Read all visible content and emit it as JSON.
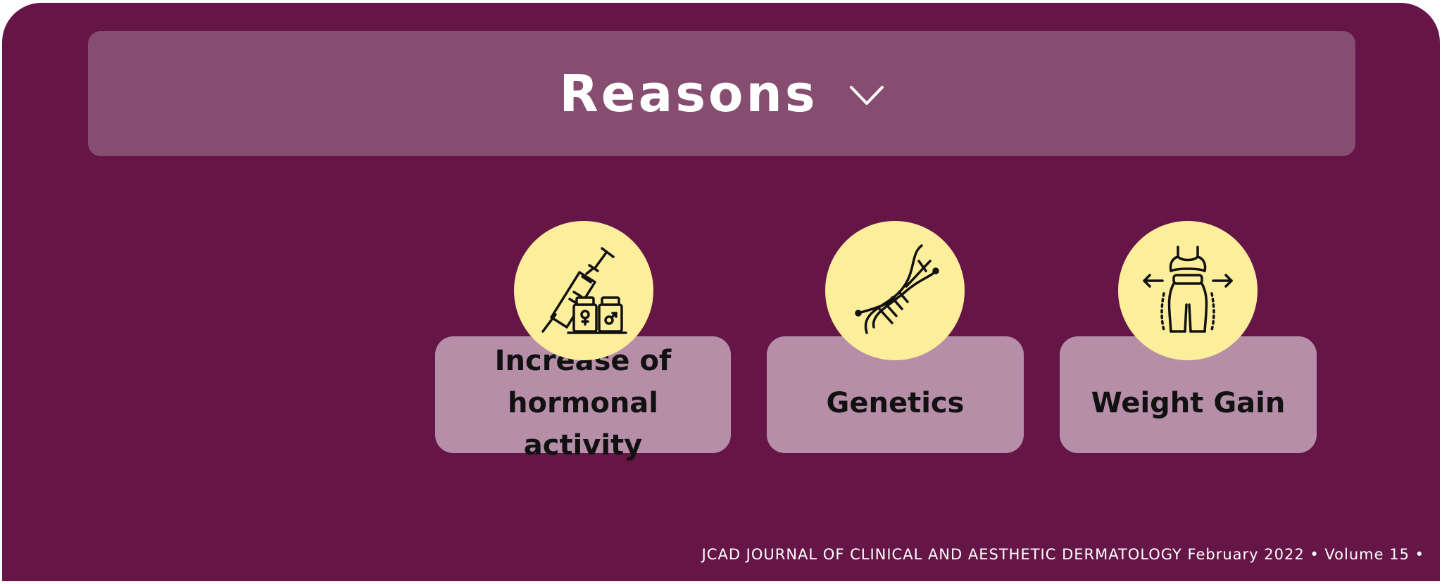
{
  "header": {
    "title": "Reasons",
    "toggle_icon": "chevron-down-icon"
  },
  "reasons": [
    {
      "label": "Increase of hormonal activity",
      "icon": "syringe-hormone-vials-icon"
    },
    {
      "label": "Genetics",
      "icon": "dna-helix-icon"
    },
    {
      "label": "Weight Gain",
      "icon": "weight-gain-body-icon"
    }
  ],
  "footer": {
    "citation": "JCAD JOURNAL OF CLINICAL AND AESTHETIC DERMATOLOGY February 2022 • Volume 15 •"
  },
  "colors": {
    "background": "#661547",
    "header_bar": "#874d70",
    "card": "#b68ea8",
    "icon_circle": "#fdee9c"
  }
}
